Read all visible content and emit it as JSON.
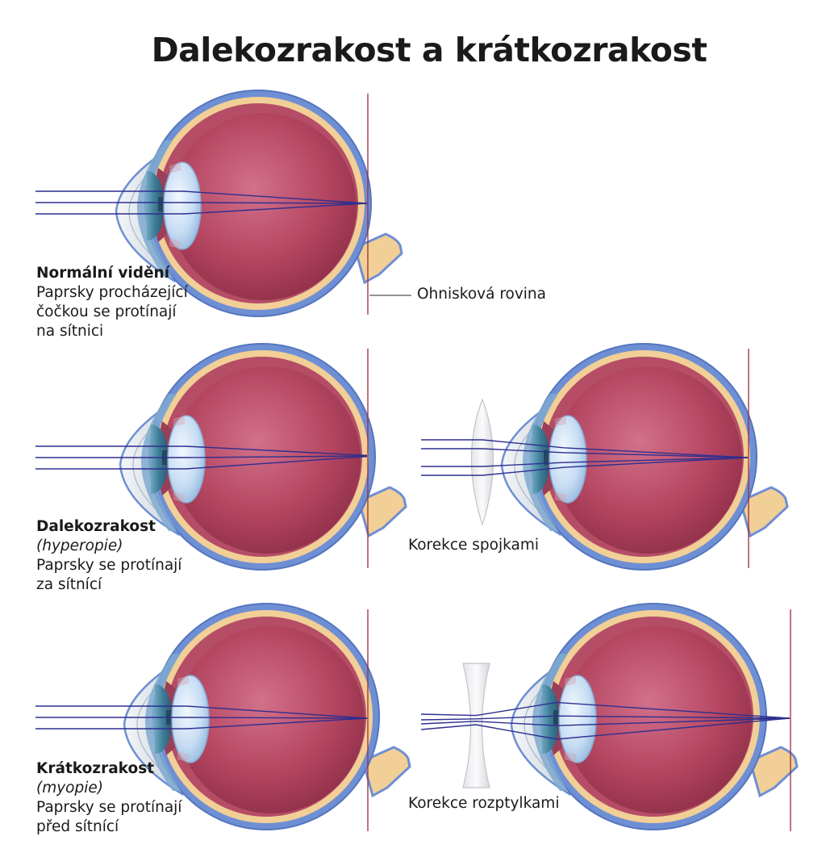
{
  "title": "Dalekozrakost a krátkozrakost",
  "panels": {
    "normal": {
      "heading": "Normální vidění",
      "line1": "Paprsky procházející",
      "line2": "čočkou se protínají",
      "line3": "na sítnici"
    },
    "hyperopia": {
      "heading": "Dalekozrakost",
      "term": "(hyperopie)",
      "line1": "Paprsky se protínají",
      "line2": "za sítnící"
    },
    "myopia": {
      "heading": "Krátkozrakost",
      "term": "(myopie)",
      "line1": "Paprsky se protínají",
      "line2": "před sítnící"
    }
  },
  "labels": {
    "focal_plane": "Ohnisková rovina",
    "convex_correction": "Korekce spojkami",
    "concave_correction": "Korekce rozptylkami"
  },
  "colors": {
    "ray": "#2d2f8f",
    "focal_line": "#9e2b3a",
    "sclera": "#6f8fd4",
    "choroid": "#b54d66",
    "vitreous": "#b5415f",
    "retina": "#f1cf96",
    "optic_nerve": "#f1cf96",
    "lens": "#cfe3f7",
    "iris": "#3c7b99"
  }
}
